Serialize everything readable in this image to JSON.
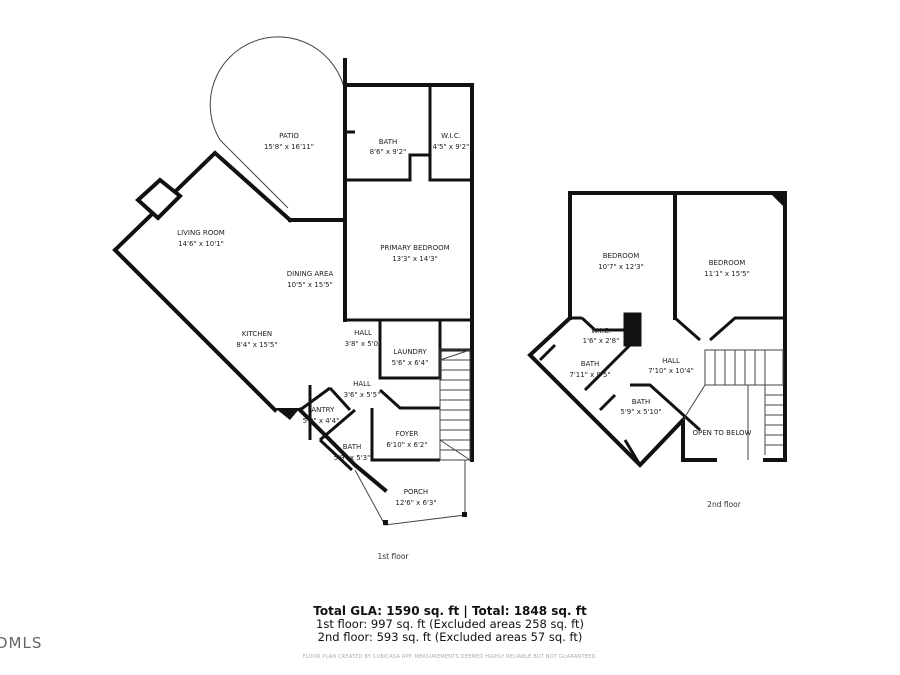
{
  "floors": [
    {
      "label": "1st floor",
      "rooms": [
        {
          "name": "PATIO",
          "dims": "15'8\" x 16'11\""
        },
        {
          "name": "BATH",
          "dims": "8'6\" x 9'2\""
        },
        {
          "name": "W.I.C.",
          "dims": "4'5\" x 9'2\""
        },
        {
          "name": "LIVING ROOM",
          "dims": "14'6\" x 10'1\""
        },
        {
          "name": "PRIMARY BEDROOM",
          "dims": "13'3\" x 14'3\""
        },
        {
          "name": "DINING AREA",
          "dims": "10'5\" x 15'5\""
        },
        {
          "name": "KITCHEN",
          "dims": "8'4\" x 15'5\""
        },
        {
          "name": "HALL",
          "dims": "3'8\" x 5'0\""
        },
        {
          "name": "LAUNDRY",
          "dims": "5'6\" x 6'4\""
        },
        {
          "name": "HALL",
          "dims": "3'6\" x 5'5\""
        },
        {
          "name": "PANTRY",
          "dims": "5'9\" x 4'4\""
        },
        {
          "name": "FOYER",
          "dims": "6'10\" x 6'2\""
        },
        {
          "name": "BATH",
          "dims": "5'9\" x 5'3\""
        },
        {
          "name": "PORCH",
          "dims": "12'6\" x 6'3\""
        }
      ]
    },
    {
      "label": "2nd floor",
      "rooms": [
        {
          "name": "BEDROOM",
          "dims": "10'7\" x 12'3\""
        },
        {
          "name": "BEDROOM",
          "dims": "11'1\" x 15'5\""
        },
        {
          "name": "W.I.C.",
          "dims": "1'6\" x 2'8\""
        },
        {
          "name": "BATH",
          "dims": "7'11\" x 9'5\""
        },
        {
          "name": "HALL",
          "dims": "7'10\" x 10'4\""
        },
        {
          "name": "BATH",
          "dims": "5'9\" x 5'10\""
        },
        {
          "name": "OPEN TO BELOW",
          "dims": ""
        }
      ]
    }
  ],
  "summary": {
    "total": "Total GLA: 1590 sq. ft | Total: 1848 sq. ft",
    "first": "1st floor: 997 sq. ft (Excluded areas 258 sq. ft)",
    "second": "2nd floor: 593 sq. ft (Excluded areas 57 sq. ft)"
  },
  "credit": "FLOOR PLAN CREATED BY CUBICASA APP. MEASUREMENTS DEEMED HIGHLY RELIABLE BUT NOT GUARANTEED.",
  "logo": "DMLS"
}
